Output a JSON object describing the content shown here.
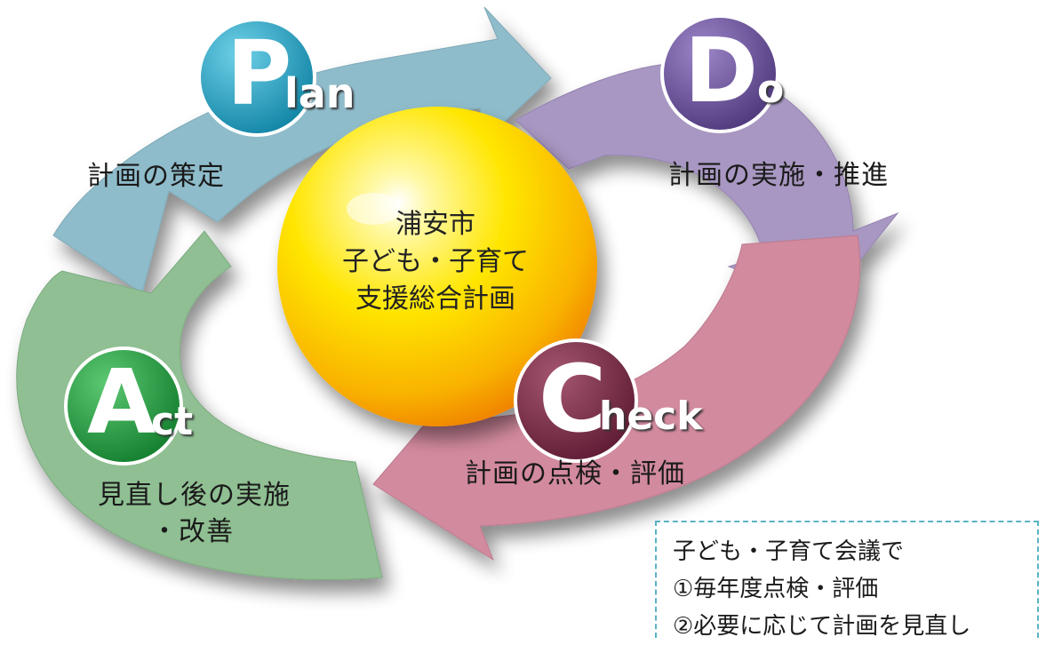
{
  "center": {
    "line1": "浦安市",
    "line2": "子ども・子育て",
    "line3": "支援総合計画"
  },
  "phases": {
    "plan": {
      "initial": "P",
      "rest": "lan",
      "label": "計画の策定",
      "color": "#1aa6c6",
      "arrow_color": "#8fbccb"
    },
    "do": {
      "initial": "D",
      "rest": "o",
      "label": "計画の実施・推進",
      "color": "#6a4f9b",
      "arrow_color": "#a897c2"
    },
    "check": {
      "initial": "C",
      "rest": "heck",
      "label": "計画の点検・評価",
      "color": "#7a2c46",
      "arrow_color": "#d28a9e"
    },
    "act": {
      "initial": "A",
      "rest": "ct",
      "label_line1": "見直し後の実施",
      "label_line2": "・改善",
      "color": "#1e9a3e",
      "arrow_color": "#8fbf92"
    }
  },
  "note": {
    "line1": "子ども・子育て会議で",
    "line2": "①毎年度点検・評価",
    "line3": "②必要に応じて計画を見直し",
    "border_color": "#5ab3c2"
  }
}
